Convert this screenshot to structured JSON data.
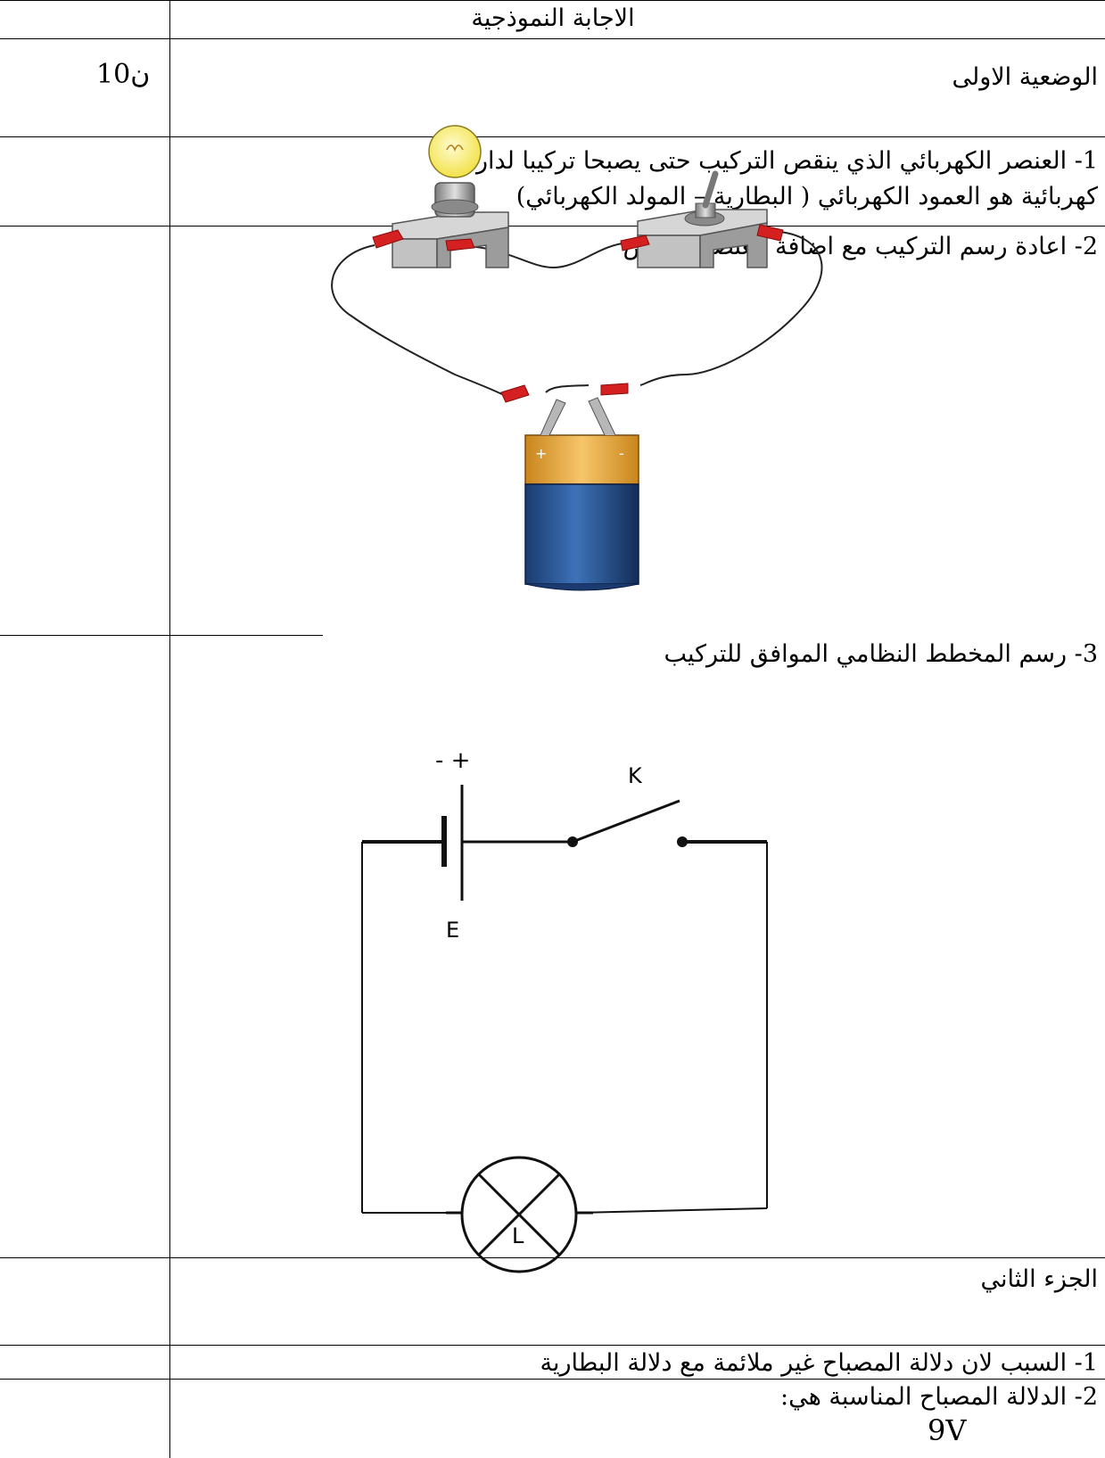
{
  "document": {
    "header_title": "الاجابة النموذجية",
    "section1": {
      "title": "الوضعية الاولى",
      "points": "10ن",
      "q1_line1": "1- العنصر الكهربائي الذي ينقص التركيب حتى يصبحا تركيبا لدارة",
      "q1_line2": "كهربائية هو العمود الكهربائي ( البطارية – المولد الكهربائي)",
      "q2_text": "2- اعادة رسم التركيب مع اضافة العنصر الناقص",
      "q3_text": "3- رسم المخطط النظامي الموافق للتركيب"
    },
    "section2": {
      "title": "الجزء الثاني",
      "q1_text": "1- السبب لان دلالة المصباح غير ملائمة مع دلالة البطارية",
      "q2_text": "2- الدلالة المصباح المناسبة هي:",
      "q2_value": "9V"
    },
    "schematic": {
      "battery_polarity": "- +",
      "switch_label": "K",
      "battery_label": "E",
      "lamp_label": "L"
    }
  }
}
